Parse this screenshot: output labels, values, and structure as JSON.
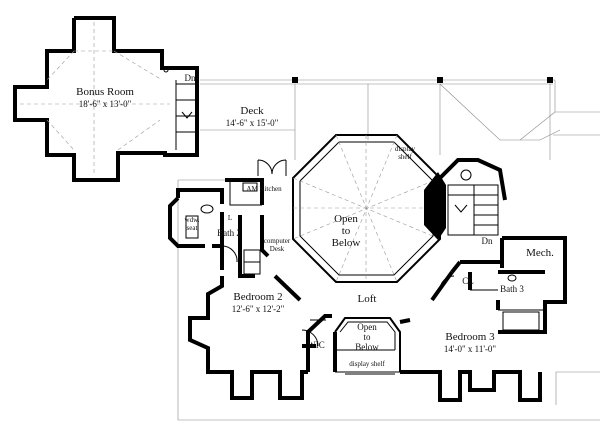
{
  "rooms": {
    "bonus_room": {
      "name": "Bonus Room",
      "dims": "18'-6\" x 13'-0\""
    },
    "deck": {
      "name": "Deck",
      "dims": "14'-6\" x 15'-0\""
    },
    "open_to_below_main": {
      "line1": "Open",
      "line2": "to",
      "line3": "Below"
    },
    "open_to_below_small": {
      "line1": "Open",
      "line2": "to",
      "line3": "Below"
    },
    "bedroom2": {
      "name": "Bedroom 2",
      "dims": "12'-6\" x 12'-2\""
    },
    "bedroom3": {
      "name": "Bedroom 3",
      "dims": "14'-0\" x 11'-0\""
    },
    "loft": {
      "name": "Loft"
    },
    "bath2": {
      "name": "Bath 2"
    },
    "bath3": {
      "name": "Bath 3"
    },
    "mech": {
      "name": "Mech."
    },
    "wic": {
      "name": "WIC"
    },
    "cl": {
      "name": "CL"
    }
  },
  "labels": {
    "dn_bonus": "Dn",
    "dn_stair": "Dn",
    "display_shelf_top_1": "display",
    "display_shelf_top_2": "shelf",
    "display_shelf_bottom": "display shelf",
    "am_kitchen": "AM Kitchen",
    "computer_1": "computer",
    "computer_2": "Desk",
    "wdw_seat_1": "wdw.",
    "wdw_seat_2": "seat",
    "linen": "L"
  }
}
